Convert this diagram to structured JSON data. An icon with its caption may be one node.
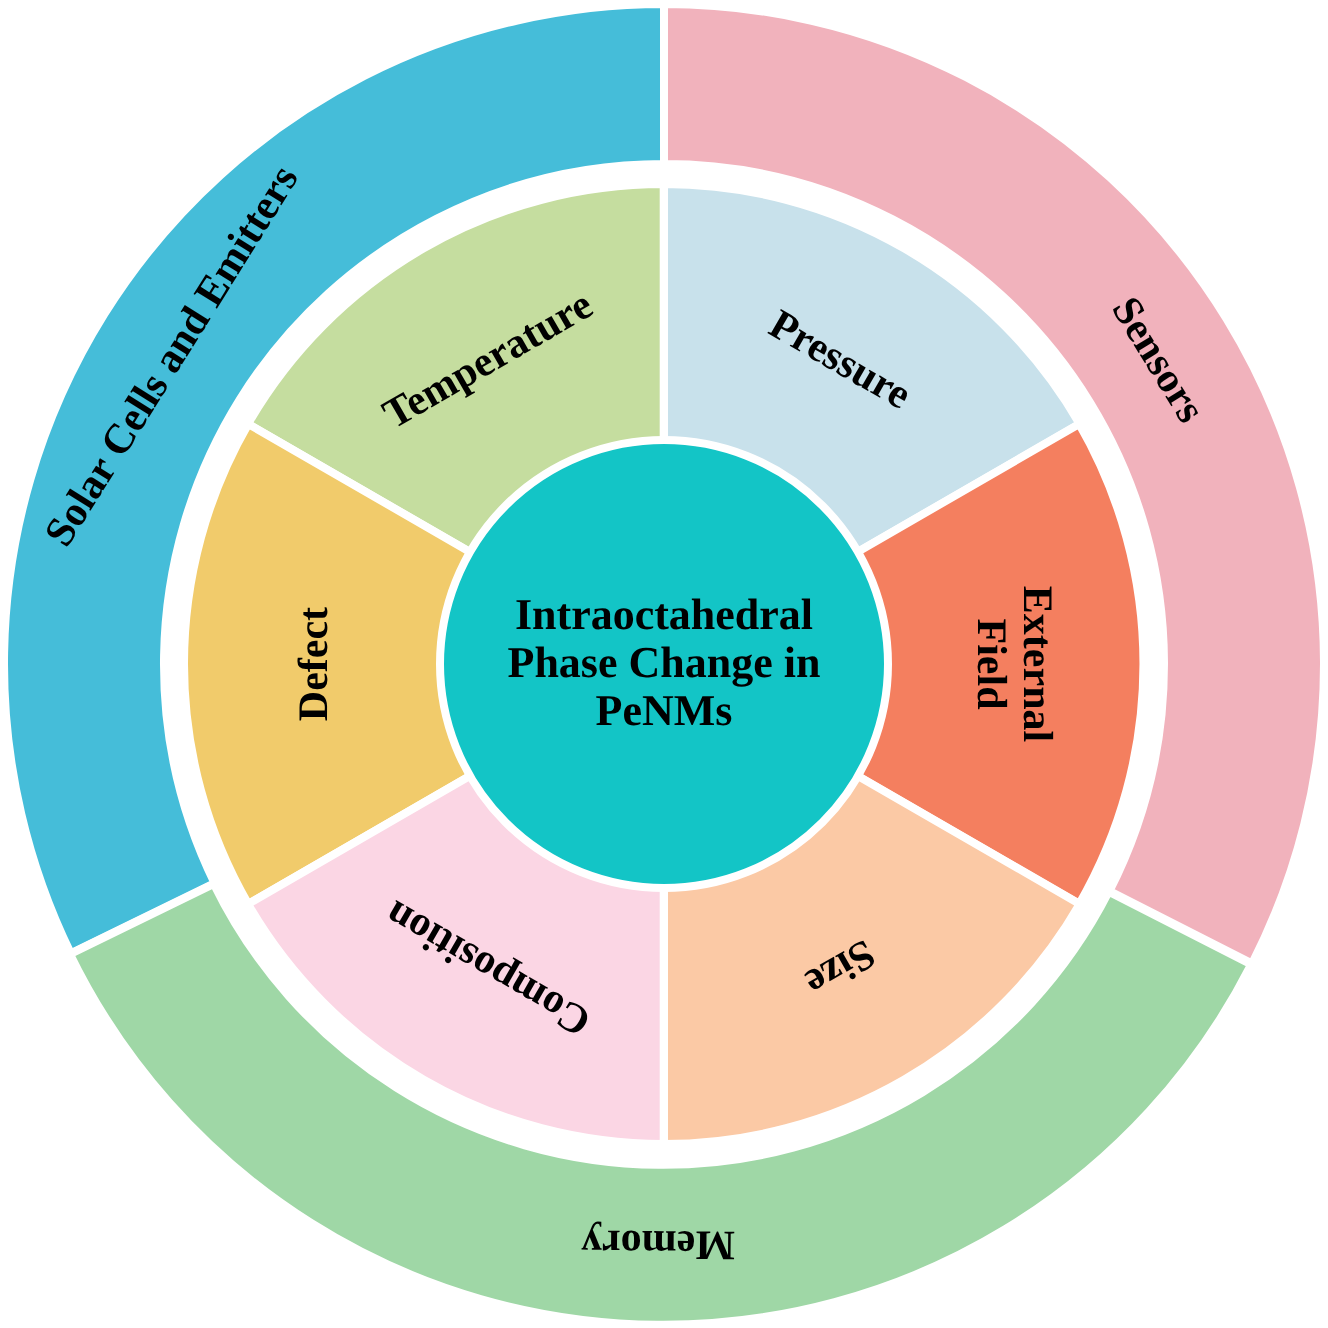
{
  "diagram": {
    "nodes": [
      {
        "text": [
          "Solar Cells and Emitters"
        ]
      },
      {
        "text": [
          "Sensors"
        ]
      },
      {
        "text": [
          "Memory"
        ]
      },
      {
        "text": [
          "Temperature"
        ]
      },
      {
        "text": [
          "Pressure"
        ]
      },
      {
        "text": [
          "Defect"
        ]
      },
      {
        "text": [
          "External Field"
        ]
      },
      {
        "text": [
          "Composition"
        ]
      },
      {
        "text": [
          "Size"
        ]
      },
      {
        "text": [
          "Intraoctahedral Phase Change in PeNMs"
        ]
      }
    ],
    "edges": []
  }
}
